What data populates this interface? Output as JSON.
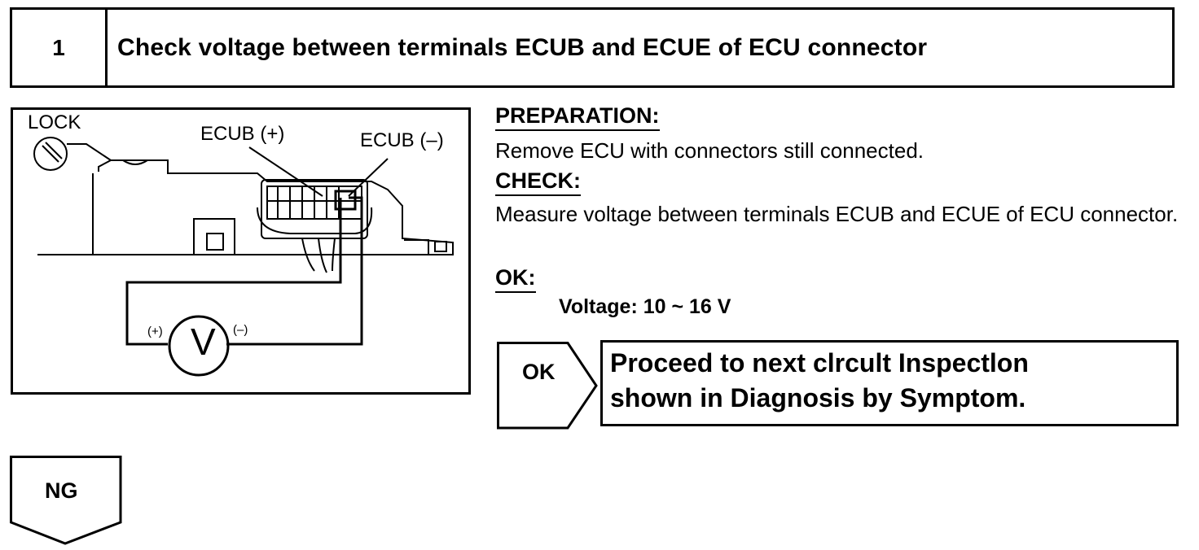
{
  "step": {
    "number": "1",
    "title": "Check voltage between terminals ECUB and ECUE of ECU connector"
  },
  "figure": {
    "lock_label": "LOCK",
    "ecub_plus_label": "ECUB (+)",
    "ecub_minus_label": "ECUB (–)",
    "meter_symbol": "V",
    "meter_plus": "(+)",
    "meter_minus": "(–)"
  },
  "preparation": {
    "heading": "PREPARATION:",
    "text": "Remove ECU with connectors still connected."
  },
  "check": {
    "heading": "CHECK:",
    "text": "Measure voltage between terminals ECUB and ECUE of ECU connector."
  },
  "ok": {
    "heading": "OK:",
    "spec": "Voltage: 10 ~ 16 V"
  },
  "ok_result": {
    "tag": "OK",
    "line1": "Proceed to next clrcult Inspectlon",
    "line2": "shown in Diagnosis by Symptom."
  },
  "ng_result": {
    "tag": "NG"
  }
}
